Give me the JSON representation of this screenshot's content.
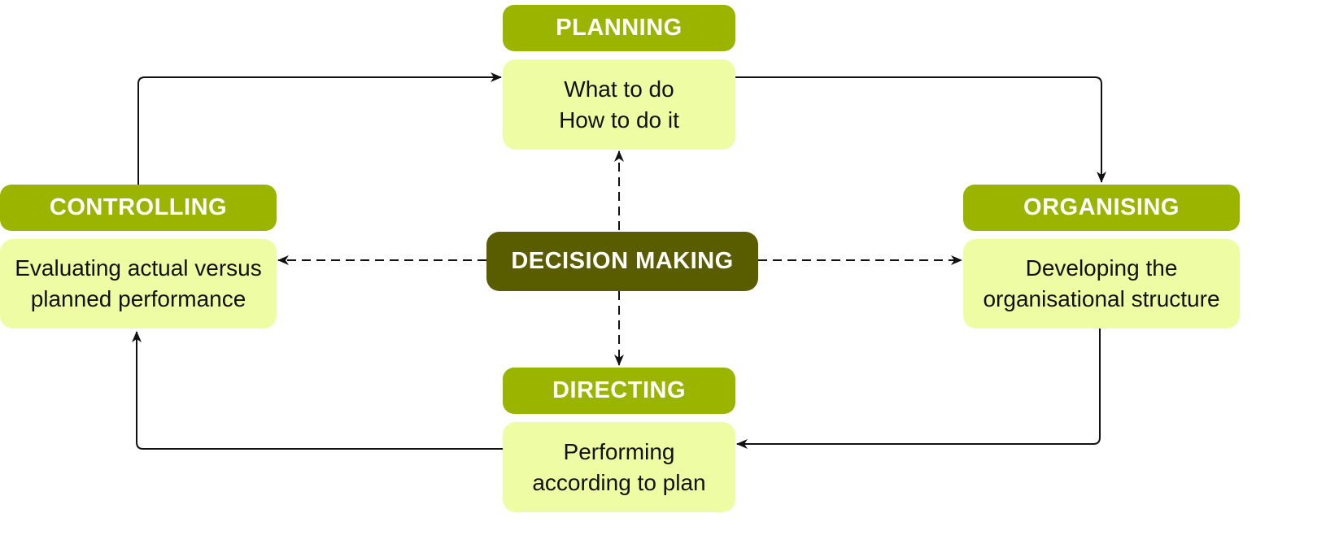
{
  "colors": {
    "header_bg": "#9bb400",
    "body_bg": "#eefda3",
    "center_bg": "#5a5c00",
    "line": "#111111"
  },
  "center": {
    "label": "DECISION MAKING"
  },
  "planning": {
    "title": "PLANNING",
    "lines": [
      "What to do",
      "How to do it"
    ]
  },
  "organising": {
    "title": "ORGANISING",
    "lines": [
      "Developing the",
      "organisational structure"
    ]
  },
  "directing": {
    "title": "DIRECTING",
    "lines": [
      "Performing",
      "according to plan"
    ]
  },
  "controlling": {
    "title": "CONTROLLING",
    "lines": [
      "Evaluating actual versus",
      "planned performance"
    ]
  }
}
